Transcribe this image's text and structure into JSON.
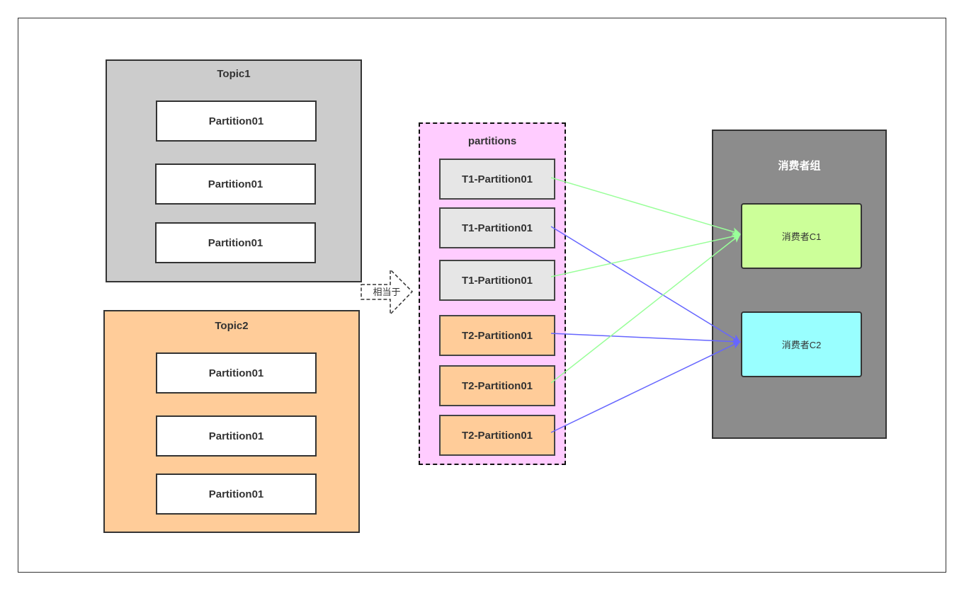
{
  "colors": {
    "topic1_bg": "#cccccc",
    "topic2_bg": "#ffcc99",
    "partitions_bg": "#ffccff",
    "t1_item_bg": "#e6e6e6",
    "t2_item_bg": "#ffcc99",
    "group_bg": "#8c8c8c",
    "c1_bg": "#ccff99",
    "c2_bg": "#99ffff",
    "arrow_green": "#99ff99",
    "arrow_blue": "#6666ff"
  },
  "topic1": {
    "title": "Topic1",
    "partitions": [
      "Partition01",
      "Partition01",
      "Partition01"
    ]
  },
  "topic2": {
    "title": "Topic2",
    "partitions": [
      "Partition01",
      "Partition01",
      "Partition01"
    ]
  },
  "equivalence_arrow": {
    "label": "相当于"
  },
  "partitions_list": {
    "title": "partitions",
    "items": [
      "T1-Partition01",
      "T1-Partition01",
      "T1-Partition01",
      "T2-Partition01",
      "T2-Partition01",
      "T2-Partition01"
    ]
  },
  "consumer_group": {
    "title": "消费者组",
    "consumers": [
      "消费者C1",
      "消费者C2"
    ]
  }
}
